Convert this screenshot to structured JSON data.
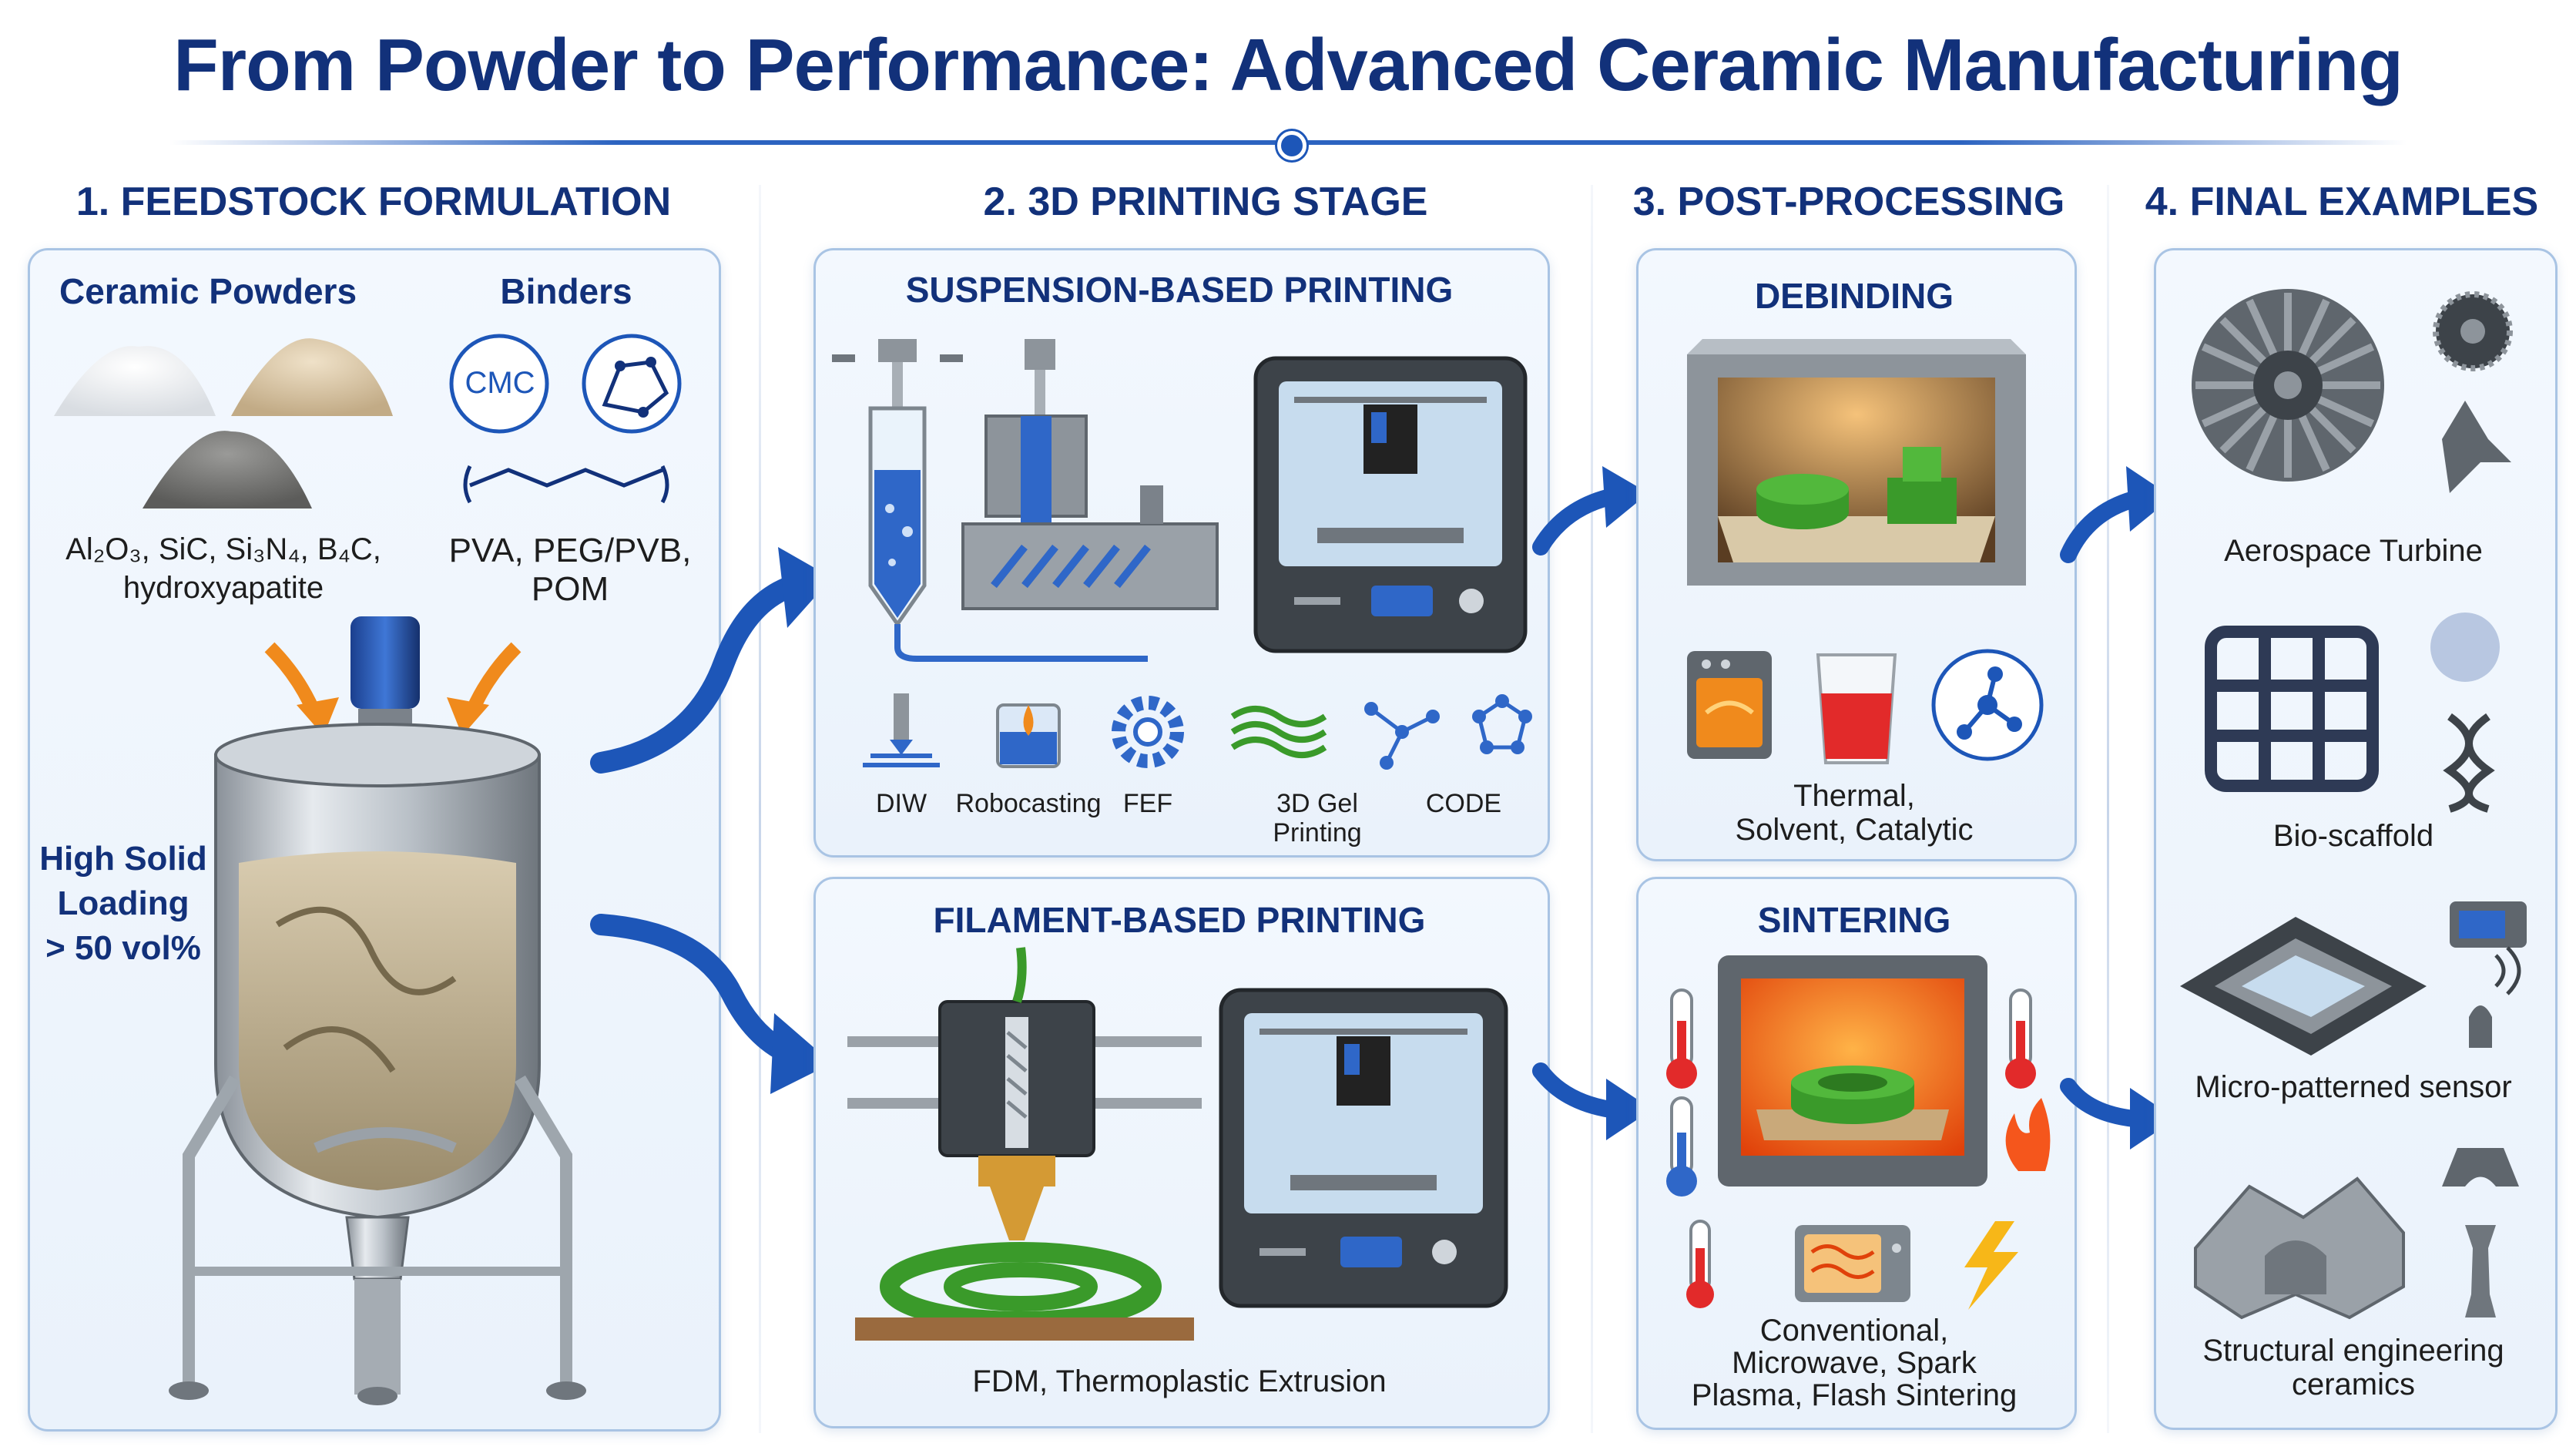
{
  "title": "From Powder to Performance: Advanced Ceramic Manufacturing",
  "colors": {
    "title": "#12317a",
    "accent_blue": "#1d56b8",
    "panel_border": "#a9c4e4",
    "green": "#3a9a2a",
    "orange": "#f08a1c"
  },
  "columns": {
    "feedstock": {
      "heading": "1. FEEDSTOCK FORMULATION",
      "powders_label": "Ceramic Powders",
      "binders_label": "Binders",
      "binder_icon_text": "CMC",
      "powders_caption_1": "Al₂O₃, SiC, Si₃N₄, B₄C,",
      "powders_caption_2": "hydroxyapatite",
      "binders_caption_1": "PVA, PEG/PVB,",
      "binders_caption_2": "POM",
      "loading_1": "High Solid",
      "loading_2": "Loading",
      "loading_3": "> 50 vol%"
    },
    "printing": {
      "heading": "2. 3D PRINTING STAGE",
      "suspension_title": "SUSPENSION-BASED PRINTING",
      "methods": [
        {
          "label": "DIW",
          "icon": "nozzle-icon"
        },
        {
          "label": "Robocasting",
          "icon": "beaker-drop-icon"
        },
        {
          "label": "FEF",
          "icon": "gear-icon"
        },
        {
          "label_1": "3D Gel",
          "label_2": "Printing",
          "icon": "gel-waves-icon"
        },
        {
          "label": "CODE",
          "icon": "network-icon"
        }
      ],
      "filament_title": "FILAMENT-BASED PRINTING",
      "filament_caption": "FDM, Thermoplastic Extrusion"
    },
    "post": {
      "heading": "3. POST-PROCESSING",
      "debinding_title": "DEBINDING",
      "debinding_caption_1": "Thermal,",
      "debinding_caption_2": "Solvent, Catalytic",
      "sintering_title": "SINTERING",
      "sintering_caption_1": "Conventional,",
      "sintering_caption_2": "Microwave, Spark",
      "sintering_caption_3": "Plasma, Flash Sintering"
    },
    "examples": {
      "heading": "4. FINAL EXAMPLES",
      "items": [
        "Aerospace Turbine",
        "Bio-scaffold",
        "Micro-patterned sensor"
      ],
      "structural_1": "Structural engineering",
      "structural_2": "ceramics"
    }
  }
}
